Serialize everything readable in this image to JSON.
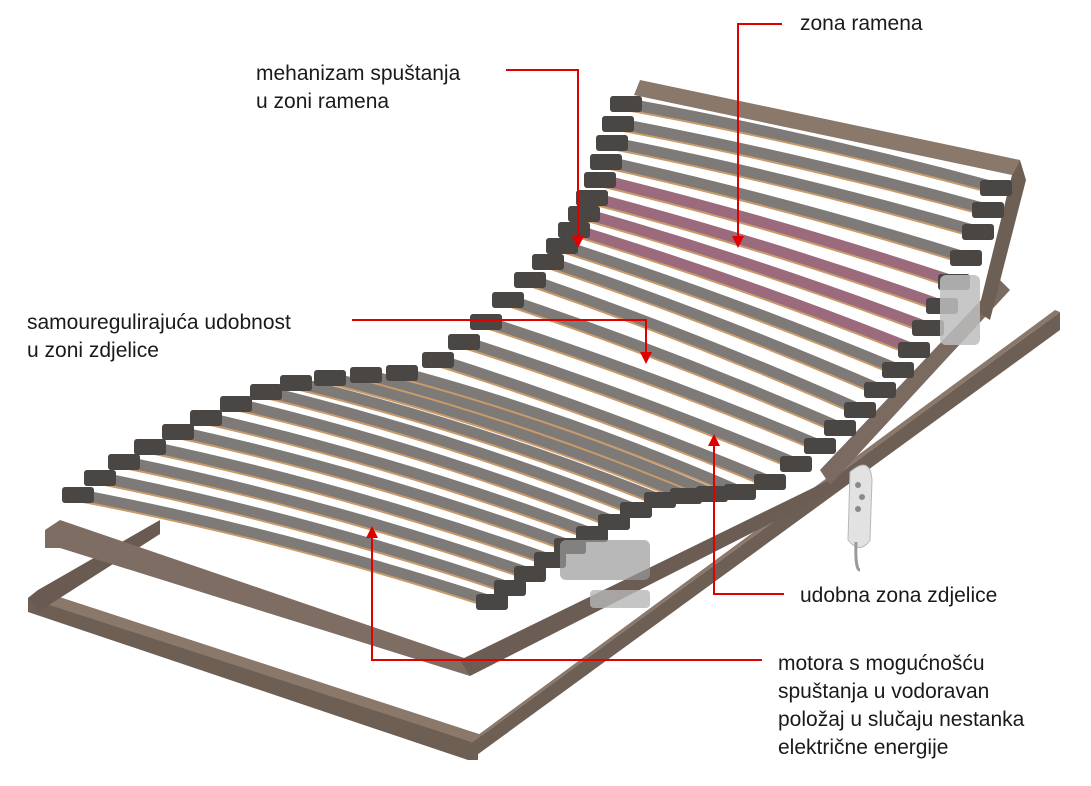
{
  "annotations": {
    "shoulder_zone": {
      "lines": [
        "zona ramena"
      ]
    },
    "shoulder_mechanism": {
      "lines": [
        "mehanizam spuštanja",
        "u zoni ramena"
      ]
    },
    "pelvis_self_adjusting": {
      "lines": [
        "samouregulirajuća udobnost",
        "u zoni zdjelice"
      ]
    },
    "pelvis_comfort": {
      "lines": [
        "udobna zona zdjelice"
      ]
    },
    "motor": {
      "lines": [
        "motora s mogućnošću",
        "spuštanja u vodoravan",
        "položaj u slučaju nestanka",
        "električne energije"
      ]
    }
  },
  "colors": {
    "callout_line": "#e00000",
    "frame": "#7a6a5f",
    "frame_dark": "#5b4e46",
    "slat_grey": "#7d7a78",
    "slat_pink": "#9b6a7c",
    "slat_edge": "#c99a6a",
    "cap": "#4a4644",
    "remote": "#dcdcdc"
  }
}
